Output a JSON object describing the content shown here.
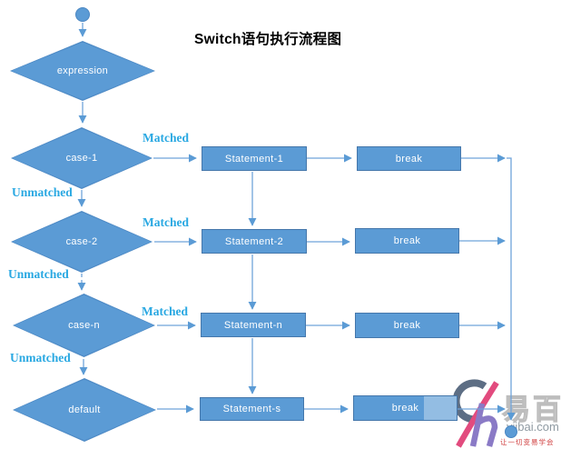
{
  "title": "Switch语句执行流程图",
  "nodes": {
    "start": {
      "type": "start-circle"
    },
    "end": {
      "type": "end-circle"
    },
    "diamonds": [
      {
        "id": "expression",
        "label": "expression"
      },
      {
        "id": "case-1",
        "label": "case-1"
      },
      {
        "id": "case-2",
        "label": "case-2"
      },
      {
        "id": "case-n",
        "label": "case-n"
      },
      {
        "id": "default",
        "label": "default"
      }
    ],
    "statements": [
      {
        "label": "Statement-1"
      },
      {
        "label": "Statement-2"
      },
      {
        "label": "Statement-n"
      },
      {
        "label": "Statement-s"
      }
    ],
    "breaks": [
      {
        "label": "break"
      },
      {
        "label": "break"
      },
      {
        "label": "break"
      },
      {
        "label": "break"
      }
    ]
  },
  "edge_labels": {
    "matched": [
      "Matched",
      "Matched",
      "Matched"
    ],
    "unmatched": [
      "Unmatched",
      "Unmatched",
      "Unmatched"
    ]
  },
  "edges": {
    "dashed_edge": "case-2 to case-n",
    "collector": "break boxes merge right into vertical line ending at end circle"
  },
  "colors": {
    "shape_fill": "#5b9bd5",
    "shape_border": "#4577ab",
    "connector": "#6fa3da",
    "edge_label_text": "#29a8e2",
    "shape_text": "#ffffff",
    "title_text": "#000000"
  },
  "watermark": {
    "brand": "易百",
    "domain": "yiibai.com",
    "slogan": "让一切变易学会"
  }
}
